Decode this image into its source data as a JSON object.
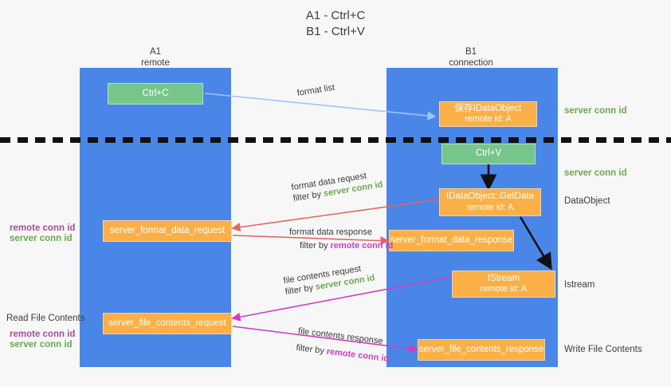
{
  "title": {
    "line1": "A1 - Ctrl+C",
    "line2": "B1 - Ctrl+V"
  },
  "columns": [
    {
      "name": "A1",
      "sub": "remote"
    },
    {
      "name": "B1",
      "sub": "connection"
    }
  ],
  "nodes": {
    "ctrl_c": {
      "label": "Ctrl+C"
    },
    "save_dataobject": {
      "label": "保存IDataObject",
      "sub": "remote id: A"
    },
    "ctrl_v": {
      "label": "Ctrl+V"
    },
    "getdata": {
      "label": "IDataObject::GetData",
      "sub": "remote id: A"
    },
    "istream": {
      "label": "IStream",
      "sub": "remote id: A"
    },
    "server_format_data_request": {
      "label": "server_format_data_request"
    },
    "server_format_data_response": {
      "label": "server_format_data_response"
    },
    "server_file_contents_request": {
      "label": "server_file_contents_request"
    },
    "server_file_contents_response": {
      "label": "server_file_contents_response"
    }
  },
  "right_labels": {
    "server_conn_id_top": "server conn id",
    "server_conn_id_mid": "server conn id",
    "dataobject": "DataObject",
    "istream": "Istream",
    "write_file_contents": "Write File Contents"
  },
  "left_labels": {
    "remote_conn_id_1": "remote conn id",
    "server_conn_id_1": "server conn id",
    "read_file_contents": "Read File Contents",
    "remote_conn_id_2": "remote conn id",
    "server_conn_id_2": "server conn id"
  },
  "edges": {
    "format_list": {
      "text": "format list"
    },
    "format_data_request": {
      "text": "format data request",
      "filter_prefix": "filter by ",
      "filter_value": "server conn id"
    },
    "format_data_response": {
      "text": "format data response",
      "filter_prefix": "filter by ",
      "filter_value": "remote conn id"
    },
    "file_contents_request": {
      "text": "file contents request",
      "filter_prefix": "filter by ",
      "filter_value": "server conn id"
    },
    "file_contents_response": {
      "text": "file contents response",
      "filter_prefix": "filter by ",
      "filter_value": "remote conn id"
    }
  },
  "colors": {
    "lane": "#4a86e8",
    "green_node": "#76c68b",
    "orange_node": "#fbb047",
    "server_conn": "#6aa84f",
    "remote_conn": "#c93fc0",
    "arrow_red": "#e06666",
    "arrow_magenta": "#cc3fbf",
    "arrow_blue": "#9fc5f8",
    "arrow_black": "#111111",
    "background": "#f7f7f7"
  }
}
